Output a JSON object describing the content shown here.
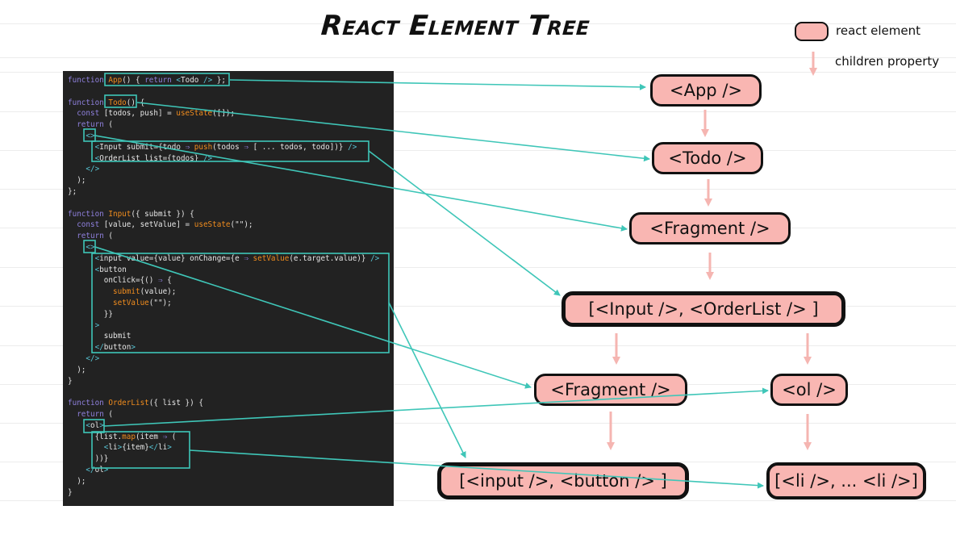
{
  "title": "React Element Tree",
  "legend": {
    "element_label": "react element",
    "children_label": "children property"
  },
  "colors": {
    "node_fill": "#f9b6b2",
    "node_border": "#111111",
    "child_arrow": "#f5b5b1",
    "link": "#3fc6b8",
    "code_bg": "#222222",
    "keyword": "#8f80dd",
    "function_name": "#f08c1e",
    "jsx_tag": "#56c3d3"
  },
  "code": {
    "lines": [
      [
        [
          "kw",
          "function"
        ],
        [
          "pl",
          " "
        ],
        [
          "fn",
          "App"
        ],
        [
          "pl",
          "() { "
        ],
        [
          "kw",
          "return"
        ],
        [
          "pl",
          " "
        ],
        [
          "tag",
          "<"
        ],
        [
          "pl",
          "Todo "
        ],
        [
          "tag",
          "/>"
        ],
        [
          "pl",
          " };"
        ]
      ],
      [],
      [
        [
          "kw",
          "function"
        ],
        [
          "pl",
          " "
        ],
        [
          "fn",
          "Todo"
        ],
        [
          "pl",
          "() {"
        ]
      ],
      [
        [
          "pl",
          "  "
        ],
        [
          "kw",
          "const"
        ],
        [
          "pl",
          " [todos, push] = "
        ],
        [
          "fn",
          "useState"
        ],
        [
          "pl",
          "([]);"
        ]
      ],
      [
        [
          "pl",
          "  "
        ],
        [
          "kw",
          "return"
        ],
        [
          "pl",
          " ("
        ]
      ],
      [
        [
          "pl",
          "    "
        ],
        [
          "tag",
          "<>"
        ]
      ],
      [
        [
          "pl",
          "      "
        ],
        [
          "tag",
          "<"
        ],
        [
          "pl",
          "Input submit={todo "
        ],
        [
          "kw",
          "⇒"
        ],
        [
          "pl",
          " "
        ],
        [
          "fn",
          "push"
        ],
        [
          "pl",
          "(todos "
        ],
        [
          "kw",
          "⇒"
        ],
        [
          "pl",
          " [ ... todos, todo])} "
        ],
        [
          "tag",
          "/>"
        ]
      ],
      [
        [
          "pl",
          "      "
        ],
        [
          "tag",
          "<"
        ],
        [
          "pl",
          "OrderList list={todos} "
        ],
        [
          "tag",
          "/>"
        ]
      ],
      [
        [
          "pl",
          "    "
        ],
        [
          "tag",
          "</>"
        ]
      ],
      [
        [
          "pl",
          "  );"
        ]
      ],
      [
        [
          "pl",
          "};"
        ]
      ],
      [],
      [
        [
          "kw",
          "function"
        ],
        [
          "pl",
          " "
        ],
        [
          "fn",
          "Input"
        ],
        [
          "pl",
          "({ submit }) {"
        ]
      ],
      [
        [
          "pl",
          "  "
        ],
        [
          "kw",
          "const"
        ],
        [
          "pl",
          " [value, setValue] = "
        ],
        [
          "fn",
          "useState"
        ],
        [
          "pl",
          "(\"\");"
        ]
      ],
      [
        [
          "pl",
          "  "
        ],
        [
          "kw",
          "return"
        ],
        [
          "pl",
          " ("
        ]
      ],
      [
        [
          "pl",
          "    "
        ],
        [
          "tag",
          "<>"
        ]
      ],
      [
        [
          "pl",
          "      "
        ],
        [
          "tag",
          "<"
        ],
        [
          "pl",
          "input value={value} onChange={e "
        ],
        [
          "kw",
          "⇒"
        ],
        [
          "pl",
          " "
        ],
        [
          "fn",
          "setValue"
        ],
        [
          "pl",
          "(e.target.value)} "
        ],
        [
          "tag",
          "/>"
        ]
      ],
      [
        [
          "pl",
          "      "
        ],
        [
          "tag",
          "<"
        ],
        [
          "pl",
          "button"
        ]
      ],
      [
        [
          "pl",
          "        onClick={() "
        ],
        [
          "kw",
          "⇒"
        ],
        [
          "pl",
          " {"
        ]
      ],
      [
        [
          "pl",
          "          "
        ],
        [
          "fn",
          "submit"
        ],
        [
          "pl",
          "(value);"
        ]
      ],
      [
        [
          "pl",
          "          "
        ],
        [
          "fn",
          "setValue"
        ],
        [
          "pl",
          "(\"\");"
        ]
      ],
      [
        [
          "pl",
          "        }}"
        ]
      ],
      [
        [
          "pl",
          "      "
        ],
        [
          "tag",
          ">"
        ]
      ],
      [
        [
          "pl",
          "        submit"
        ]
      ],
      [
        [
          "pl",
          "      "
        ],
        [
          "tag",
          "</"
        ],
        [
          "pl",
          "button"
        ],
        [
          "tag",
          ">"
        ]
      ],
      [
        [
          "pl",
          "    "
        ],
        [
          "tag",
          "</>"
        ]
      ],
      [
        [
          "pl",
          "  );"
        ]
      ],
      [
        [
          "pl",
          "}"
        ]
      ],
      [],
      [
        [
          "kw",
          "function"
        ],
        [
          "pl",
          " "
        ],
        [
          "fn",
          "OrderList"
        ],
        [
          "pl",
          "({ list }) {"
        ]
      ],
      [
        [
          "pl",
          "  "
        ],
        [
          "kw",
          "return"
        ],
        [
          "pl",
          " ("
        ]
      ],
      [
        [
          "pl",
          "    "
        ],
        [
          "tag",
          "<"
        ],
        [
          "pl",
          "ol"
        ],
        [
          "tag",
          ">"
        ]
      ],
      [
        [
          "pl",
          "      {list."
        ],
        [
          "fn",
          "map"
        ],
        [
          "pl",
          "(item "
        ],
        [
          "kw",
          "⇒"
        ],
        [
          "pl",
          " ("
        ]
      ],
      [
        [
          "pl",
          "        "
        ],
        [
          "tag",
          "<"
        ],
        [
          "pl",
          "li"
        ],
        [
          "tag",
          ">"
        ],
        [
          "pl",
          "{item}"
        ],
        [
          "tag",
          "</"
        ],
        [
          "pl",
          "li"
        ],
        [
          "tag",
          ">"
        ]
      ],
      [
        [
          "pl",
          "      ))}"
        ]
      ],
      [
        [
          "pl",
          "    "
        ],
        [
          "tag",
          "</"
        ],
        [
          "pl",
          "ol"
        ],
        [
          "tag",
          ">"
        ]
      ],
      [
        [
          "pl",
          "  );"
        ]
      ],
      [
        [
          "pl",
          "}"
        ]
      ]
    ]
  },
  "nodes": {
    "app": "<App />",
    "todo": "<Todo />",
    "fragment1": "<Fragment />",
    "input_orderlist": "[<Input />, <OrderList /> ]",
    "fragment2": "<Fragment />",
    "ol": "<ol />",
    "input_button": "[<input />, <button /> ]",
    "li_list": "[<li />, ... <li />]"
  },
  "edges": {
    "children": [
      [
        "app",
        "todo"
      ],
      [
        "todo",
        "fragment1"
      ],
      [
        "fragment1",
        "input_orderlist"
      ],
      [
        "input_orderlist",
        "fragment2"
      ],
      [
        "input_orderlist",
        "ol"
      ],
      [
        "fragment2",
        "input_button"
      ],
      [
        "ol",
        "li_list"
      ]
    ],
    "code_links": [
      {
        "from": "App() { return <Todo /> };",
        "to": "app"
      },
      {
        "from": "Todo()",
        "to": "todo"
      },
      {
        "from": "<> in Todo",
        "to": "fragment1"
      },
      {
        "from": "<Input/> + <OrderList/> block",
        "to": "input_orderlist"
      },
      {
        "from": "<> in Input",
        "to": "fragment2"
      },
      {
        "from": "<input/> + <button> block",
        "to": "input_button"
      },
      {
        "from": "<ol>",
        "to": "ol"
      },
      {
        "from": "list.map(...) block",
        "to": "li_list"
      }
    ]
  }
}
